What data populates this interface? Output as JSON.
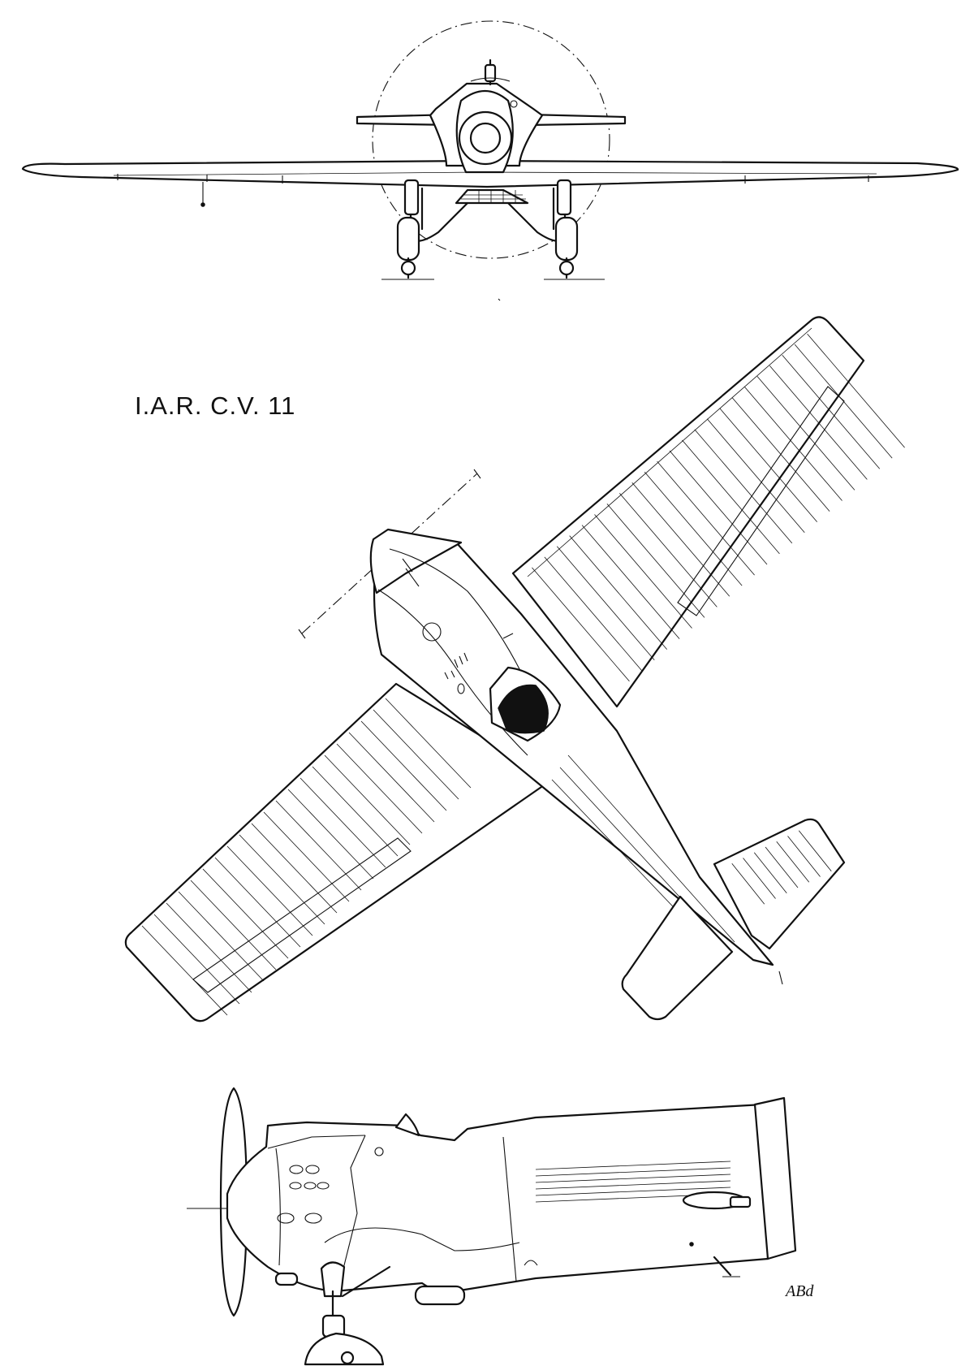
{
  "drawing": {
    "title": "I.A.R.  C.V. 11",
    "signature": "ABd"
  },
  "views": [
    "front-view",
    "top-view",
    "side-view"
  ]
}
